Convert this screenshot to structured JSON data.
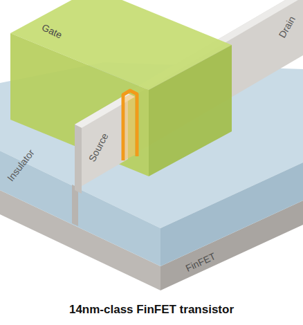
{
  "diagram": {
    "caption": "14nm-class FinFET transistor",
    "labels": [
      "Gate",
      "Drain",
      "Insulator",
      "Source",
      "FinFET"
    ]
  }
}
